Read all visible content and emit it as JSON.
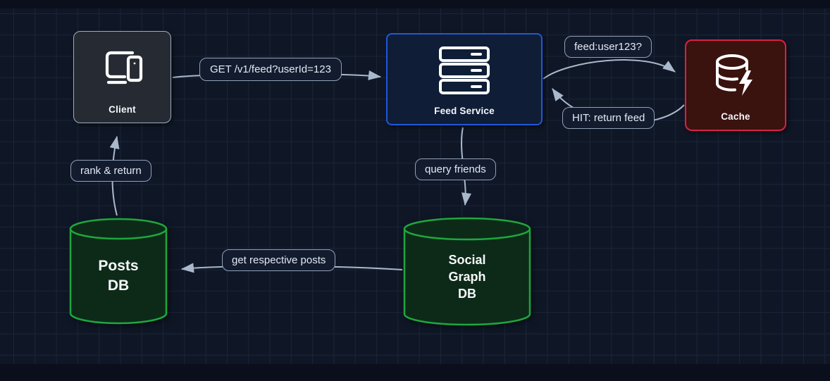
{
  "colors": {
    "canvas-bg": "#0f1726",
    "grid-line": "#1b2539",
    "edge-band": "#0a0f1b",
    "client-fill": "#262b33",
    "client-border": "#9fadbf",
    "feed-fill": "#0f1e36",
    "feed-border": "#2257d8",
    "cache-fill": "#3a120e",
    "cache-border": "#da2047",
    "db-fill": "#0d2a19",
    "db-border": "#1ea73d",
    "edge-stroke": "#aab8cc",
    "label-fill": "#131c2f",
    "label-border": "#91a0b5",
    "label-text": "#e3e9f2",
    "node-text": "#f5f7fa"
  },
  "nodes": {
    "client": {
      "label": "Client",
      "icon": "devices-icon"
    },
    "feed_service": {
      "label": "Feed Service",
      "icon": "server-stack-icon"
    },
    "cache": {
      "label": "Cache",
      "icon": "database-flash-icon"
    },
    "posts_db": {
      "label": "Posts\nDB",
      "shape": "cylinder"
    },
    "social_graph_db": {
      "label": "Social\nGraph\nDB",
      "shape": "cylinder"
    }
  },
  "edges": {
    "client_to_feed": {
      "label": "GET /v1/feed?userId=123",
      "from": "client",
      "to": "feed_service"
    },
    "feed_to_cache": {
      "label": "feed:user123?",
      "from": "feed_service",
      "to": "cache"
    },
    "cache_to_feed": {
      "label": "HIT: return feed",
      "from": "cache",
      "to": "feed_service"
    },
    "feed_to_social": {
      "label": "query friends",
      "from": "feed_service",
      "to": "social_graph_db"
    },
    "social_to_posts": {
      "label": "get respective posts",
      "from": "social_graph_db",
      "to": "posts_db"
    },
    "posts_to_client": {
      "label": "rank & return",
      "from": "posts_db",
      "to": "client"
    }
  }
}
